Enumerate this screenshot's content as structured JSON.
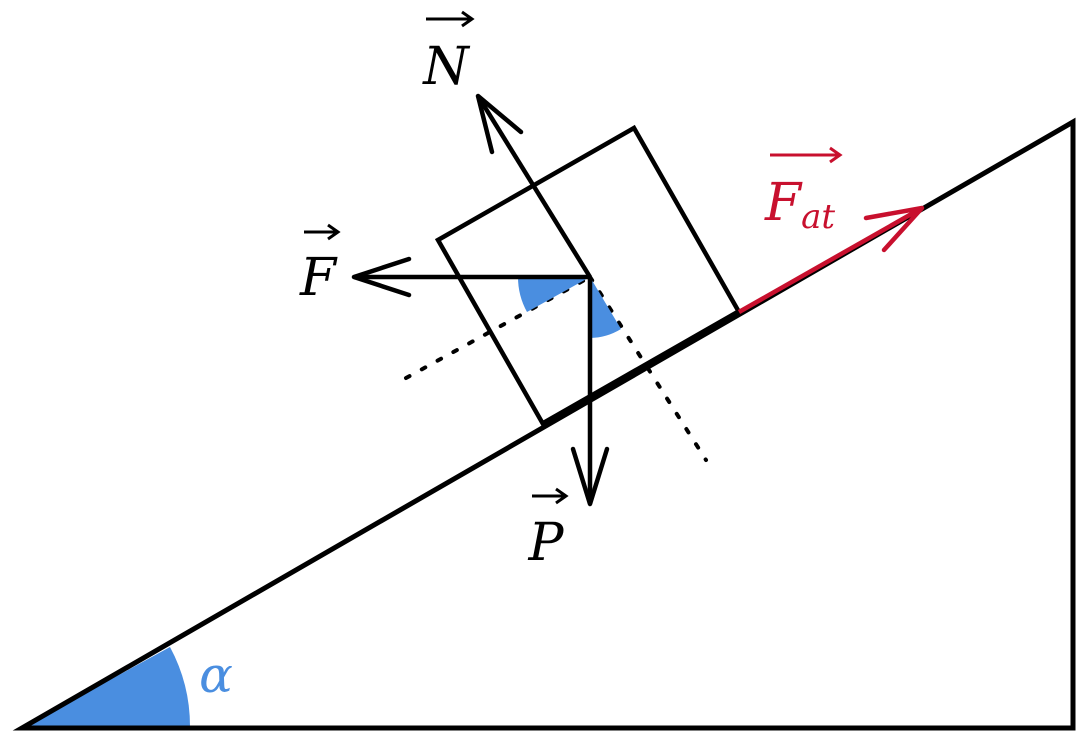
{
  "labels": {
    "normal": "N",
    "force": "F",
    "weight": "P",
    "friction": "F",
    "friction_sub": "at",
    "angle": "α"
  },
  "colors": {
    "stroke": "#000000",
    "angle_fill": "#4a8ee0",
    "angle_text": "#4a8ee0",
    "friction": "#c8102e",
    "background": "#ffffff"
  }
}
